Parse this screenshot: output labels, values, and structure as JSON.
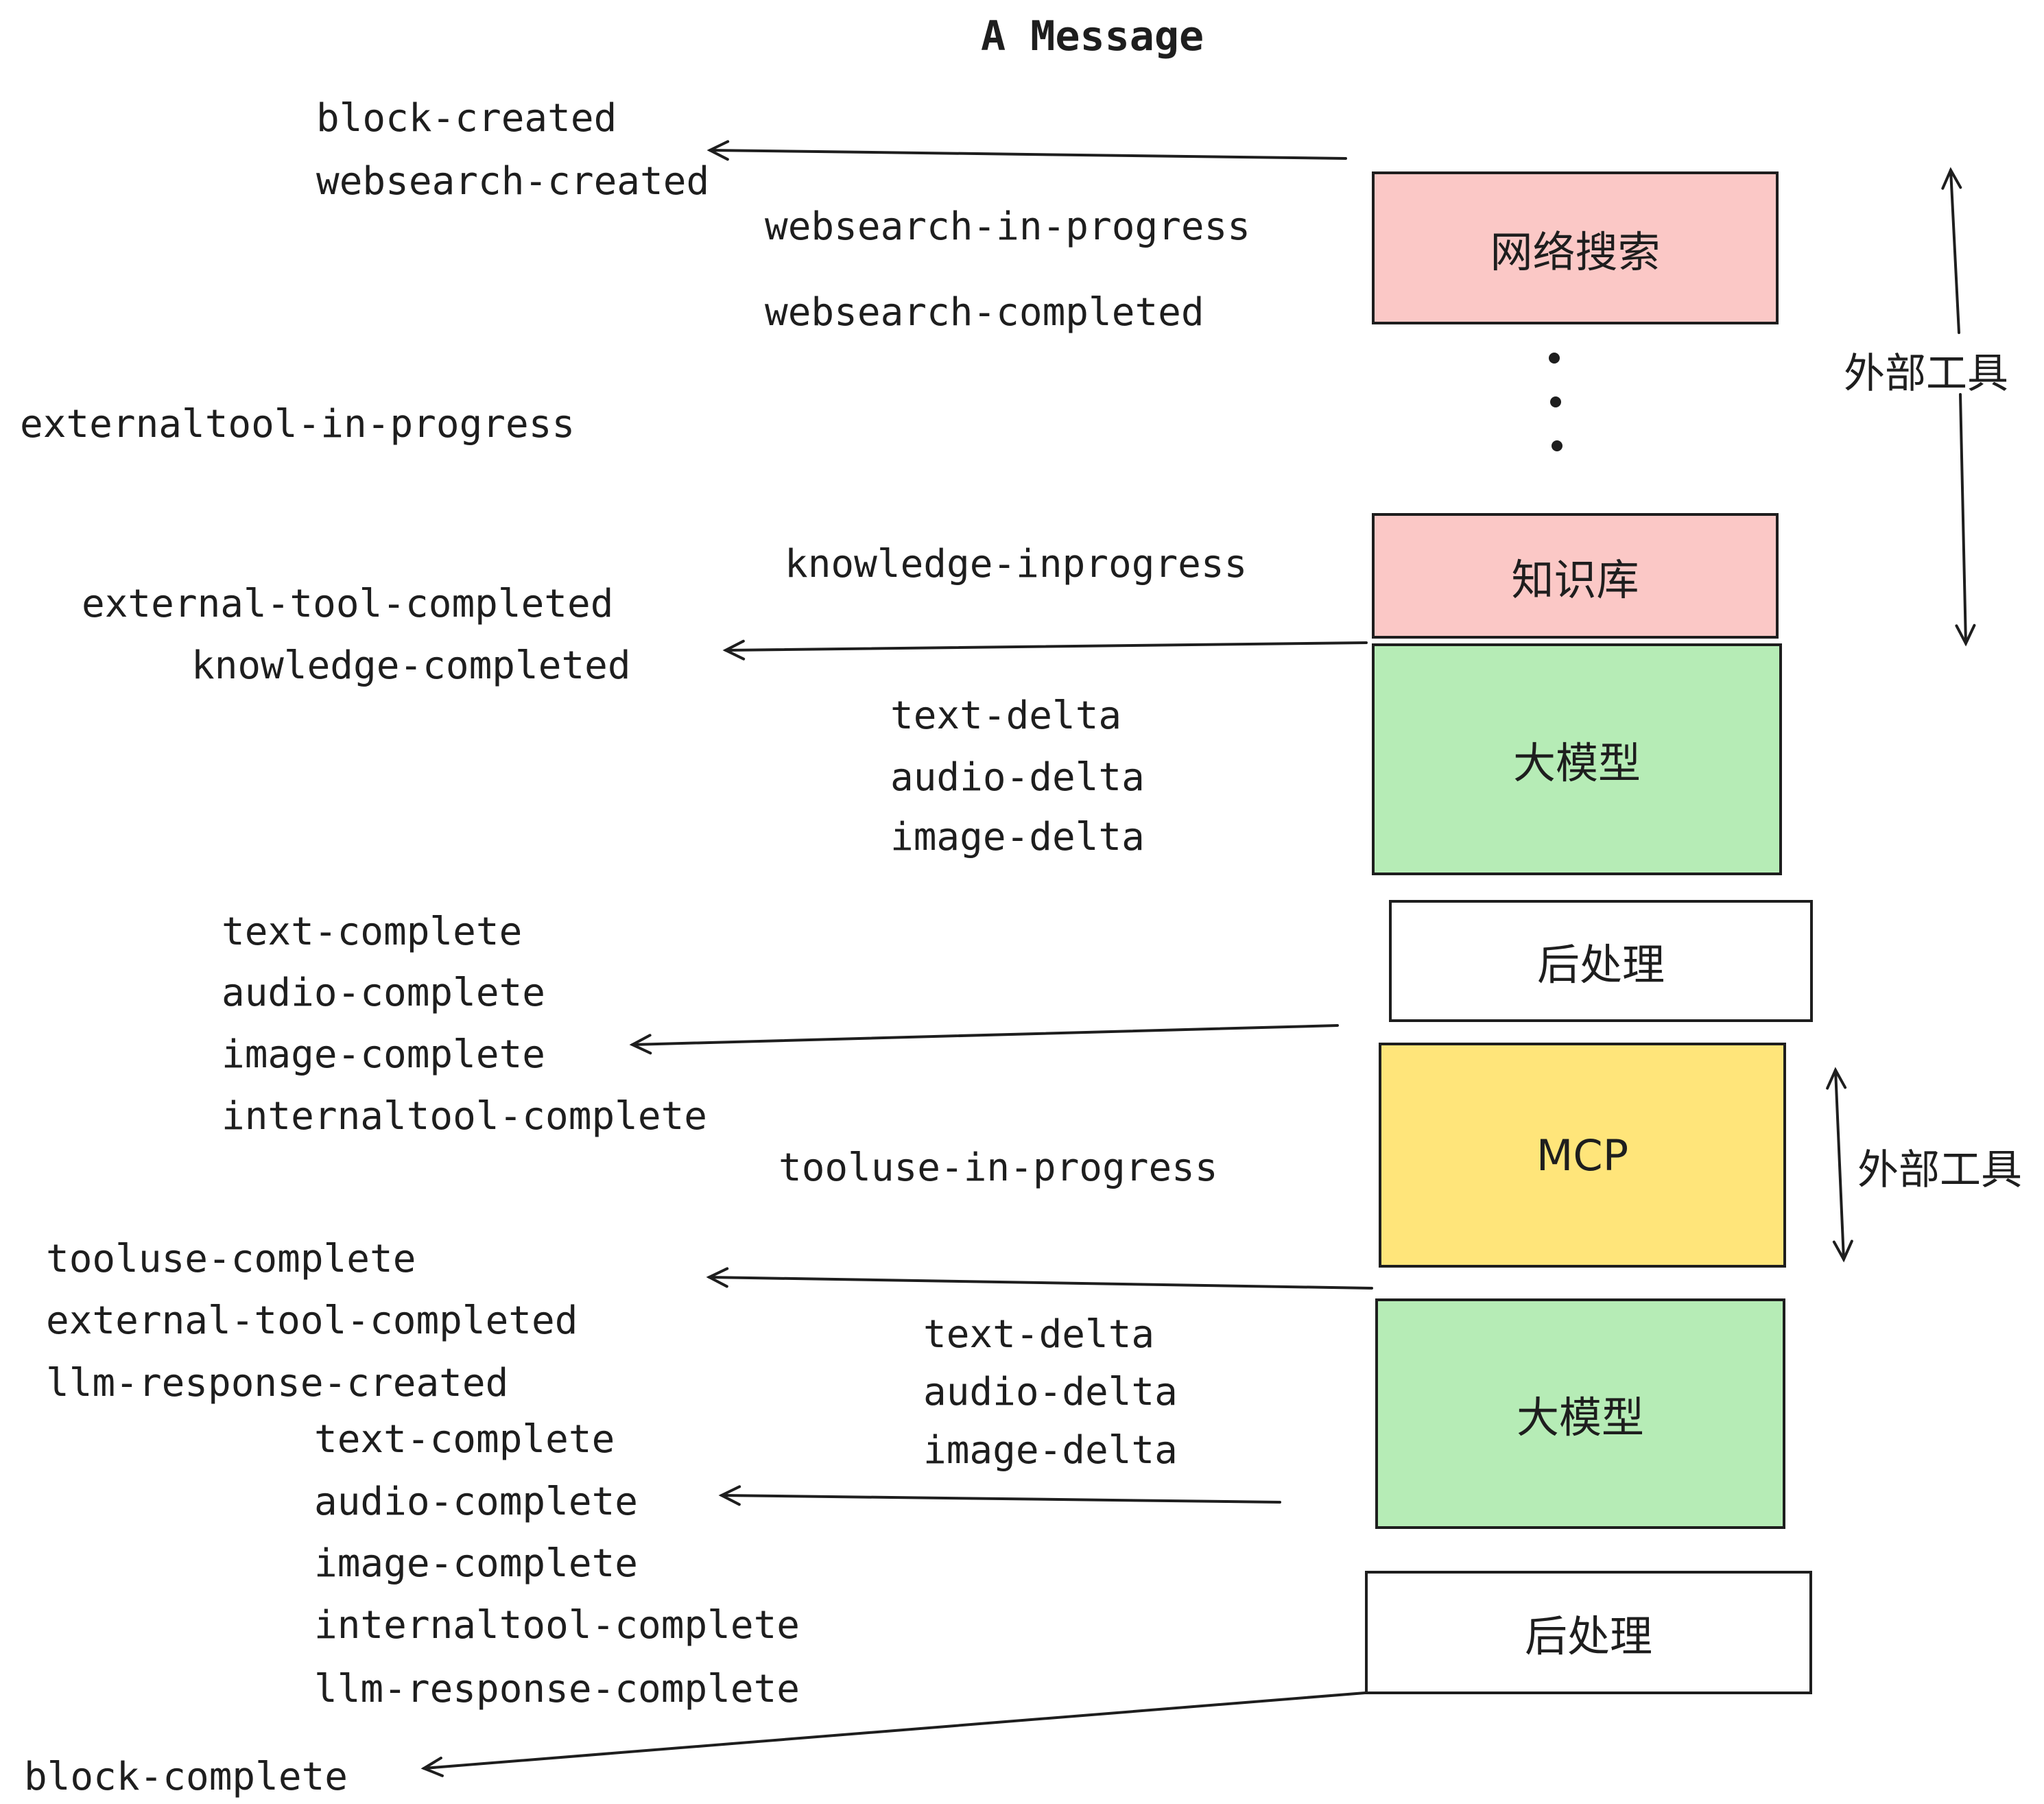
{
  "title": "A Message",
  "colors": {
    "pink": "#fbc8c6",
    "green": "#b6ecb6",
    "yellow": "#ffe57a",
    "white": "#ffffff",
    "stroke": "#1e1e1e"
  },
  "boxes": [
    {
      "label": "网络搜索",
      "color": "pink"
    },
    {
      "label": "知识库",
      "color": "pink"
    },
    {
      "label": "大模型",
      "color": "green"
    },
    {
      "label": "后处理",
      "color": "white"
    },
    {
      "label": "MCP",
      "color": "yellow"
    },
    {
      "label": "大模型",
      "color": "green"
    },
    {
      "label": "后处理",
      "color": "white"
    }
  ],
  "events": [
    {
      "text": "block-created"
    },
    {
      "text": "websearch-created"
    },
    {
      "text": "websearch-in-progress"
    },
    {
      "text": "websearch-completed"
    },
    {
      "text": "externaltool-in-progress"
    },
    {
      "text": "knowledge-inprogress"
    },
    {
      "text": "external-tool-completed"
    },
    {
      "text": "knowledge-completed"
    },
    {
      "text": "text-delta"
    },
    {
      "text": "audio-delta"
    },
    {
      "text": "image-delta"
    },
    {
      "text": "text-complete"
    },
    {
      "text": "audio-complete"
    },
    {
      "text": "image-complete"
    },
    {
      "text": "internaltool-complete"
    },
    {
      "text": "tooluse-in-progress"
    },
    {
      "text": "tooluse-complete"
    },
    {
      "text": "external-tool-completed"
    },
    {
      "text": "llm-response-created"
    },
    {
      "text": "text-delta"
    },
    {
      "text": "audio-delta"
    },
    {
      "text": "image-delta"
    },
    {
      "text": "text-complete"
    },
    {
      "text": "audio-complete"
    },
    {
      "text": "image-complete"
    },
    {
      "text": "internaltool-complete"
    },
    {
      "text": "llm-response-complete"
    },
    {
      "text": "block-complete"
    }
  ],
  "side_labels": [
    {
      "text": "外部工具"
    },
    {
      "text": "外部工具"
    }
  ]
}
